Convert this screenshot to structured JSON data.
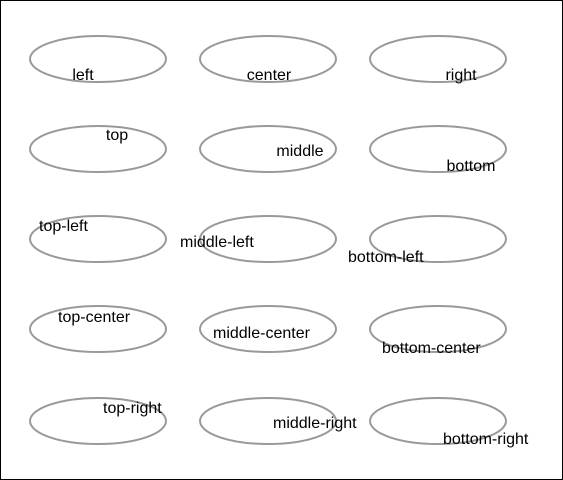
{
  "colors": {
    "ellipse_stroke": "#999999",
    "text": "#000000",
    "border": "#000000",
    "background": "#ffffff"
  },
  "labels": [
    "left",
    "center",
    "right",
    "top",
    "middle",
    "bottom",
    "top-left",
    "middle-left",
    "bottom-left",
    "top-center",
    "middle-center",
    "bottom-center",
    "top-right",
    "middle-right",
    "bottom-right"
  ]
}
